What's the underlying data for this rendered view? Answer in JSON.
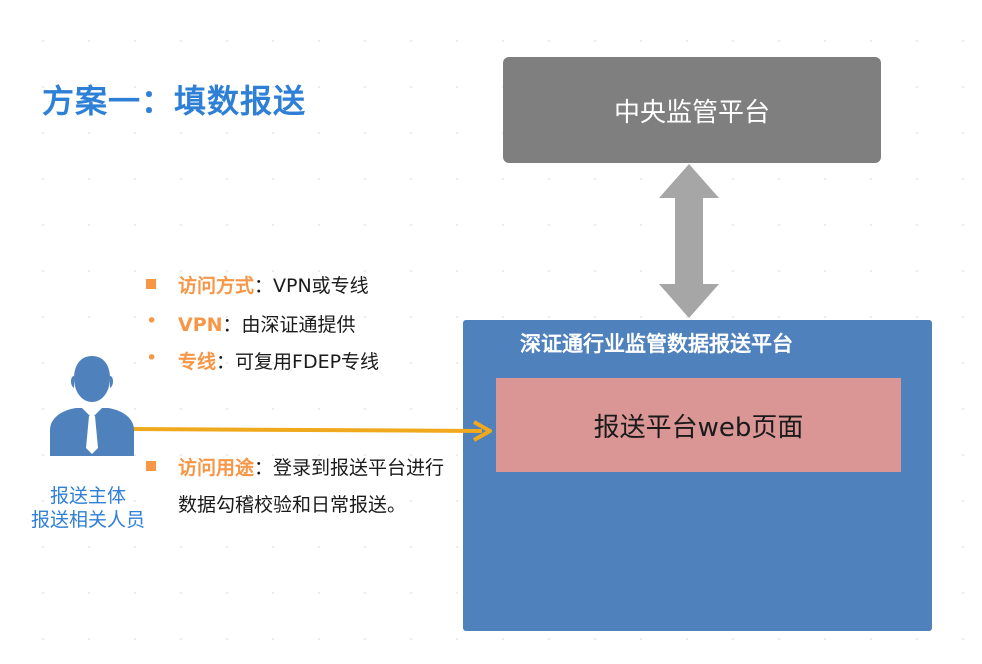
{
  "title": "方案一：填数报送",
  "central": {
    "label": "中央监管平台"
  },
  "platform": {
    "title": "深证通行业监管数据报送平台",
    "web_page": "报送平台web页面"
  },
  "access_notes": [
    {
      "key": "访问方式",
      "text": "：VPN或专线"
    },
    {
      "key": "VPN",
      "text": "：由深证通提供"
    },
    {
      "key": "专线",
      "text": "：可复用FDEP专线"
    }
  ],
  "usage": {
    "key": "访问用途",
    "text": "：登录到报送平台进行",
    "text_line2": "数据勾稽校验和日常报送。"
  },
  "person": {
    "line1": "报送主体",
    "line2": "报送相关人员"
  },
  "colors": {
    "title": "#2e7fd6",
    "central_box": "#7f7f7f",
    "platform_box": "#4f81bd",
    "web_box": "#d99694",
    "accent": "#f79646",
    "arrow": "#f0a81c",
    "person": "#4f81bd"
  },
  "icons": [
    "person-icon",
    "double-arrow-icon",
    "right-arrow-icon"
  ]
}
